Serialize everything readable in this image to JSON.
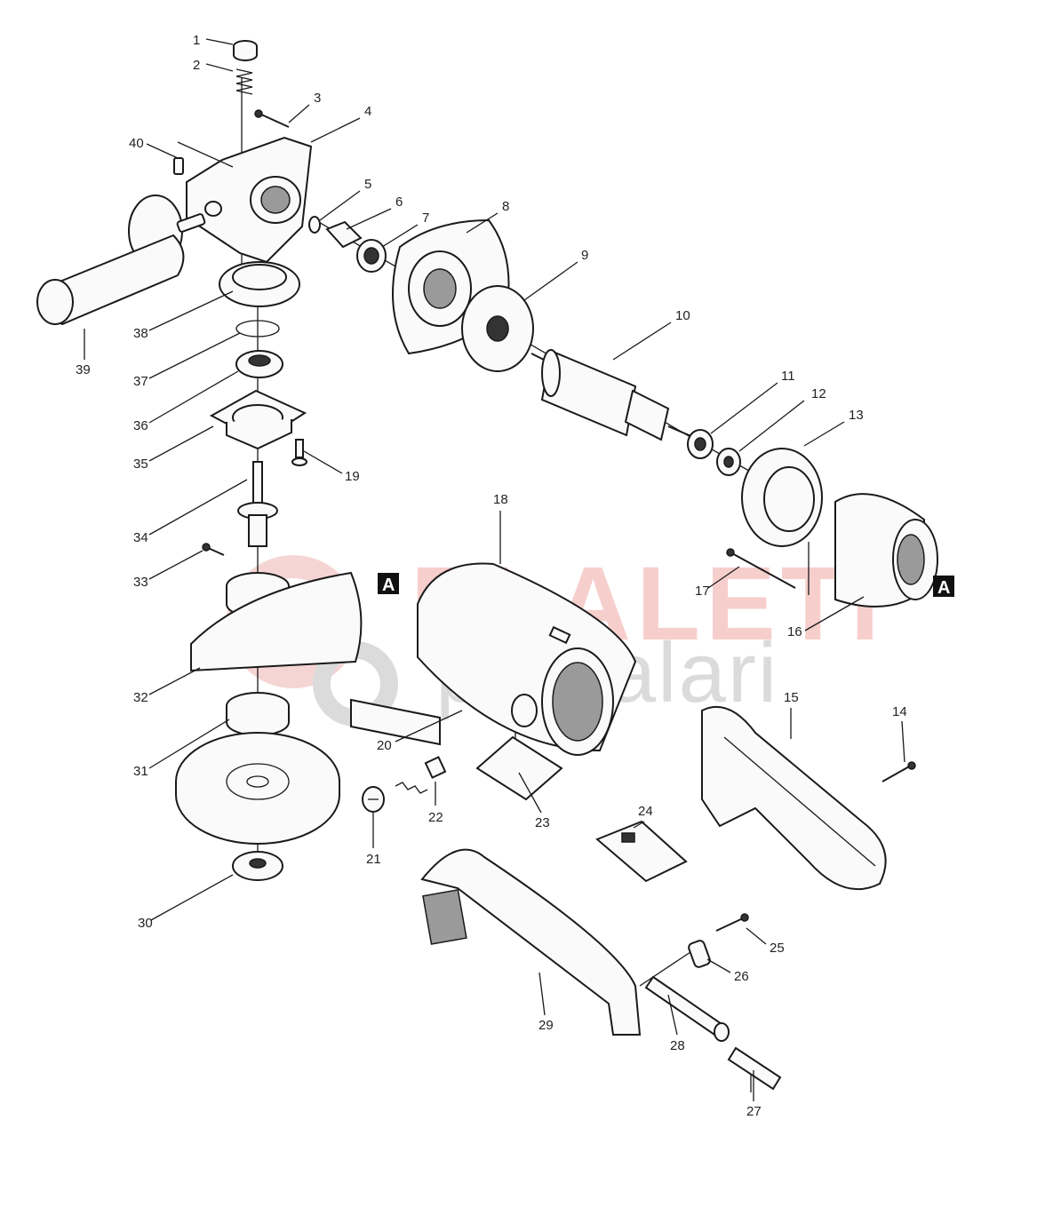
{
  "watermark": {
    "line1": "ELALETI",
    "line2": "parcalari"
  },
  "markers": [
    {
      "id": "marker-a-left",
      "text": "A"
    },
    {
      "id": "marker-a-right",
      "text": "A"
    }
  ],
  "callouts": [
    {
      "n": "1"
    },
    {
      "n": "2"
    },
    {
      "n": "3"
    },
    {
      "n": "4"
    },
    {
      "n": "5"
    },
    {
      "n": "6"
    },
    {
      "n": "7"
    },
    {
      "n": "8"
    },
    {
      "n": "9"
    },
    {
      "n": "10"
    },
    {
      "n": "11"
    },
    {
      "n": "12"
    },
    {
      "n": "13"
    },
    {
      "n": "14"
    },
    {
      "n": "15"
    },
    {
      "n": "16"
    },
    {
      "n": "17"
    },
    {
      "n": "18"
    },
    {
      "n": "19"
    },
    {
      "n": "20"
    },
    {
      "n": "21"
    },
    {
      "n": "22"
    },
    {
      "n": "23"
    },
    {
      "n": "24"
    },
    {
      "n": "25"
    },
    {
      "n": "26"
    },
    {
      "n": "27"
    },
    {
      "n": "28"
    },
    {
      "n": "29"
    },
    {
      "n": "30"
    },
    {
      "n": "31"
    },
    {
      "n": "32"
    },
    {
      "n": "33"
    },
    {
      "n": "34"
    },
    {
      "n": "35"
    },
    {
      "n": "36"
    },
    {
      "n": "37"
    },
    {
      "n": "38"
    },
    {
      "n": "39"
    },
    {
      "n": "40"
    }
  ]
}
